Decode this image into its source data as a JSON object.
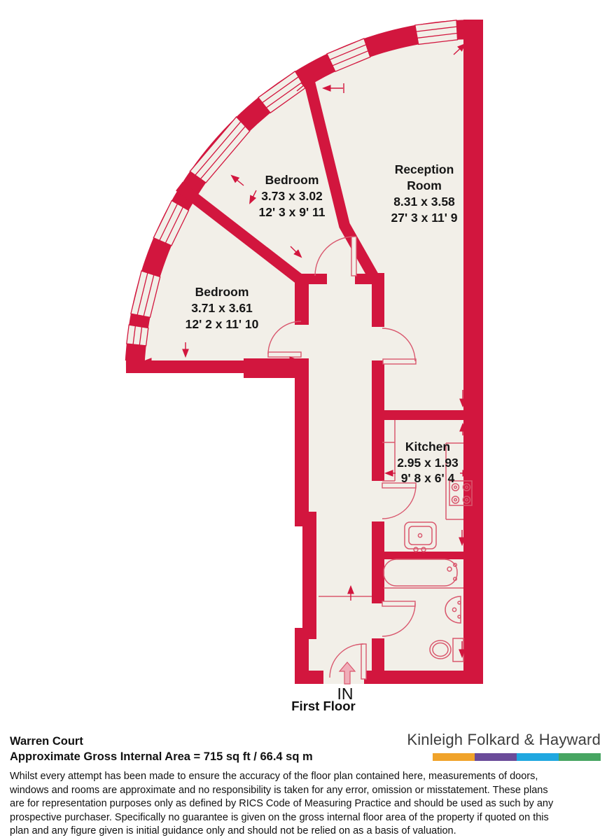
{
  "plan": {
    "floor_label": "First Floor",
    "entrance_label": "IN",
    "rooms": [
      {
        "name": "Bedroom",
        "dim_m": "3.73 x 3.02",
        "dim_ft": "12' 3 x 9' 11"
      },
      {
        "name": "Reception",
        "name2": "Room",
        "dim_m": "8.31 x 3.58",
        "dim_ft": "27' 3 x 11' 9"
      },
      {
        "name": "Bedroom",
        "dim_m": "3.71 x 3.61",
        "dim_ft": "12' 2 x 11' 10"
      },
      {
        "name": "Kitchen",
        "dim_m": "2.95 x 1.93",
        "dim_ft": "9' 8 x 6' 4"
      }
    ],
    "colors": {
      "wall": "#d2163e",
      "room_fill": "#f2efe8",
      "fixture_line": "#d9586e",
      "entry_arrow_fill": "#f0aeb9"
    }
  },
  "footer": {
    "property_name": "Warren Court",
    "area_line": "Approximate Gross Internal Area = 715 sq ft / 66.4 sq m",
    "brand": "Kinleigh Folkard & Hayward",
    "brand_colors": [
      "#f0a32a",
      "#6a4b99",
      "#1fa7e0",
      "#47a562"
    ],
    "disclaimer_lines": [
      "Whilst every attempt has been made to ensure the accuracy of the floor plan contained here, measurements of doors,",
      "windows and rooms are approximate and no responsibility is taken for any error, omission or misstatement. These plans",
      "are for representation purposes only as defined by RICS Code of Measuring Practice and should be used as such by any",
      "prospective purchaser. Specifically no guarantee is given on the gross internal floor area of the property if quoted on this",
      "plan and any figure given is initial guidance only and should not be relied on as a basis of valuation."
    ]
  }
}
